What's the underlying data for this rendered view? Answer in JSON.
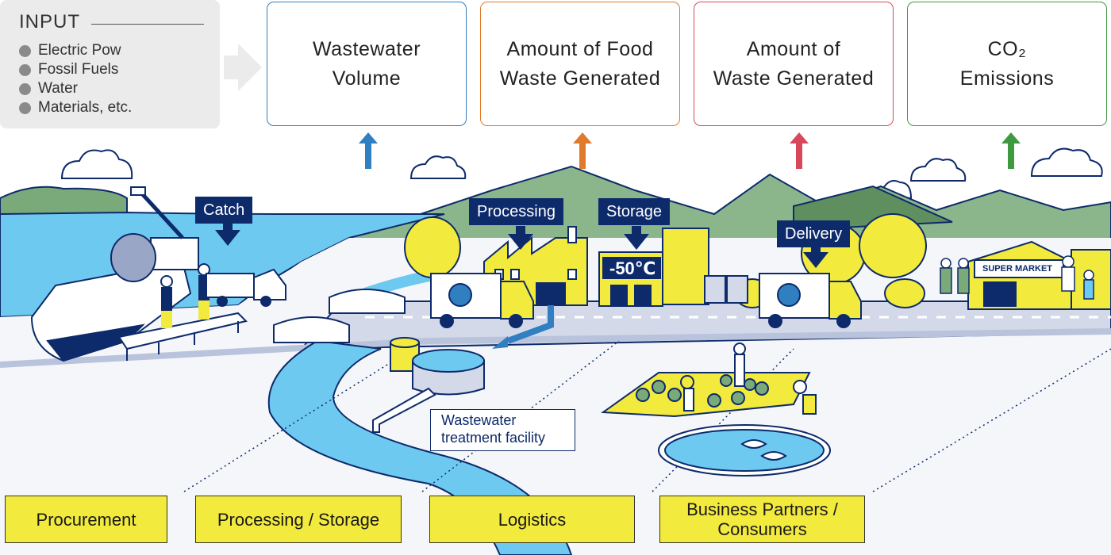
{
  "input": {
    "title": "INPUT",
    "items": [
      "Electric Pow",
      "Fossil Fuels",
      "Water",
      "Materials, etc."
    ]
  },
  "outputs": [
    {
      "label": "Wastewater\nVolume",
      "color": "#2f7fc1"
    },
    {
      "label": "Amount of Food\nWaste Generated",
      "color": "#e07a2c"
    },
    {
      "label": "Amount of\nWaste Generated",
      "color": "#d9485a"
    },
    {
      "label": "CO₂\nEmissions",
      "color": "#3f9a3f"
    }
  ],
  "scene_tags": {
    "catch": "Catch",
    "processing": "Processing",
    "storage": "Storage",
    "delivery": "Delivery",
    "temperature": "-50℃",
    "supermarket": "SUPER MARKET",
    "wastewater_facility": "Wastewater\ntreatment facility"
  },
  "stages": [
    "Procurement",
    "Processing / Storage",
    "Logistics",
    "Business Partners /\nConsumers"
  ],
  "colors": {
    "navy": "#0d2a6b",
    "stage_yellow": "#f2ea3c",
    "sea_blue": "#6ec9f0",
    "mountain_green": "#7aa97a",
    "road_gray": "#d3d9e8"
  }
}
